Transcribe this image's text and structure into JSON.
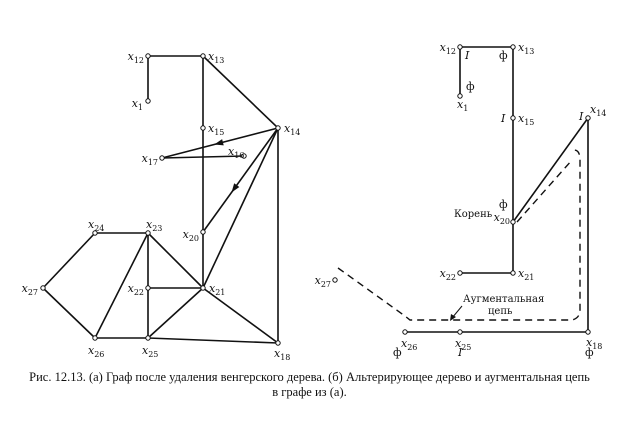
{
  "graph_a": {
    "nodes": [
      {
        "id": "x1",
        "label": "x1"
      },
      {
        "id": "x12",
        "label": "x12"
      },
      {
        "id": "x13",
        "label": "x13"
      },
      {
        "id": "x14",
        "label": "x14"
      },
      {
        "id": "x15",
        "label": "x15"
      },
      {
        "id": "x16",
        "label": "x16"
      },
      {
        "id": "x17",
        "label": "x17"
      },
      {
        "id": "x20",
        "label": "x20"
      },
      {
        "id": "x21",
        "label": "x21"
      },
      {
        "id": "x22",
        "label": "x22"
      },
      {
        "id": "x23",
        "label": "x23"
      },
      {
        "id": "x24",
        "label": "x24"
      },
      {
        "id": "x25",
        "label": "x25"
      },
      {
        "id": "x26",
        "label": "x26"
      },
      {
        "id": "x27",
        "label": "x27"
      },
      {
        "id": "x18",
        "label": "x18"
      }
    ],
    "edges": [
      [
        "x1",
        "x12"
      ],
      [
        "x12",
        "x13"
      ],
      [
        "x13",
        "x14"
      ],
      [
        "x13",
        "x15"
      ],
      [
        "x15",
        "x20"
      ],
      [
        "x17",
        "x16"
      ],
      [
        "x17",
        "x14"
      ],
      [
        "x14",
        "x20"
      ],
      [
        "x14",
        "x21"
      ],
      [
        "x14",
        "x18"
      ],
      [
        "x20",
        "x21"
      ],
      [
        "x22",
        "x21"
      ],
      [
        "x22",
        "x23"
      ],
      [
        "x22",
        "x25"
      ],
      [
        "x23",
        "x24"
      ],
      [
        "x23",
        "x21"
      ],
      [
        "x23",
        "x26"
      ],
      [
        "x24",
        "x27"
      ],
      [
        "x27",
        "x26"
      ],
      [
        "x26",
        "x25"
      ],
      [
        "x25",
        "x21"
      ],
      [
        "x21",
        "x18"
      ],
      [
        "x25",
        "x18"
      ]
    ]
  },
  "graph_b": {
    "nodes": [
      {
        "id": "x1",
        "label": "x1",
        "mark": "ф"
      },
      {
        "id": "x12",
        "label": "x12",
        "mark": "I"
      },
      {
        "id": "x13",
        "label": "x13",
        "mark": "ф"
      },
      {
        "id": "x15",
        "label": "x15",
        "mark": "I"
      },
      {
        "id": "x14",
        "label": "x14",
        "mark": "I"
      },
      {
        "id": "x20",
        "label": "x20",
        "mark": "ф"
      },
      {
        "id": "x21",
        "label": "x21",
        "mark": ""
      },
      {
        "id": "x22",
        "label": "x22",
        "mark": ""
      },
      {
        "id": "x27",
        "label": "x27",
        "mark": ""
      },
      {
        "id": "x26",
        "label": "x26",
        "mark": "ф"
      },
      {
        "id": "x25",
        "label": "x25",
        "mark": "I"
      },
      {
        "id": "x18",
        "label": "x18",
        "mark": "ф"
      }
    ],
    "edges": [
      [
        "x1",
        "x12"
      ],
      [
        "x12",
        "x13"
      ],
      [
        "x13",
        "x21"
      ],
      [
        "x20",
        "x14"
      ],
      [
        "x14",
        "x18"
      ],
      [
        "x22",
        "x21"
      ],
      [
        "x26",
        "x18"
      ]
    ],
    "root_label": "Корень",
    "augmenting_label_1": "Аугментальная",
    "augmenting_label_2": "цепь"
  },
  "caption": {
    "line1": "Рис. 12.13. (а) Граф после удаления венгерского дерева. (б) Альтерирующее дерево и аугментальная цепь",
    "line2": "в графе из (а)."
  }
}
